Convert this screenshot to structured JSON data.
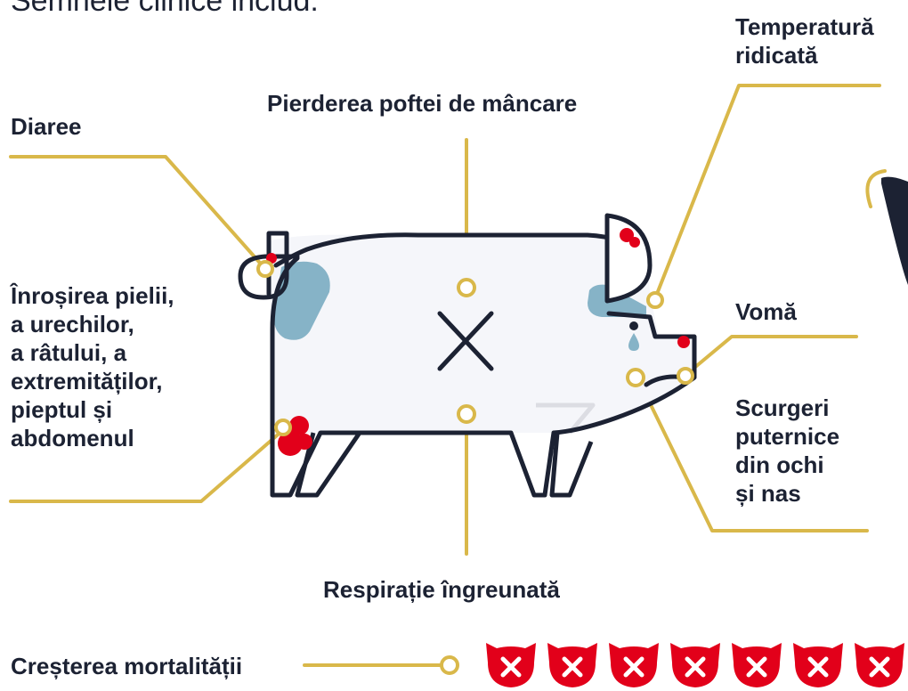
{
  "heading": "Semnele clinice includ:",
  "labels": {
    "temperature": [
      "Temperatură",
      "ridicată"
    ],
    "appetite": "Pierderea poftei de mâncare",
    "diarrhea": "Diaree",
    "redness": [
      "Înroșirea pielii,",
      "a urechilor,",
      "a râtului, a",
      "extremităților,",
      "pieptul și",
      "abdomenul"
    ],
    "vomit": "Vomă",
    "discharge": [
      "Scurgeri",
      "puternice",
      "din ochi",
      "și nas"
    ],
    "breathing": "Respirație îngreunată",
    "mortality": "Creșterea mortalității"
  },
  "mortality_icons": {
    "count": 7,
    "icon": "pig-head-x-icon",
    "color": "#e2001a"
  },
  "colors": {
    "line": "#d9b84a",
    "outline": "#1c2233",
    "blood": "#e2001a",
    "fluid": "#86b3c7",
    "body": "#f5f6fa"
  }
}
